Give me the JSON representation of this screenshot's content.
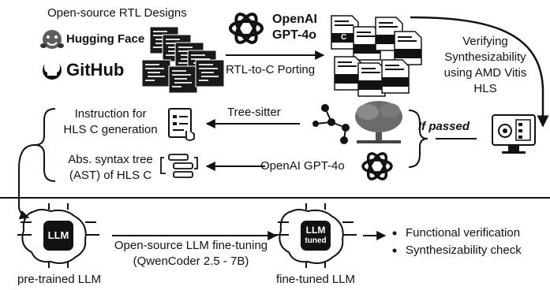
{
  "sources": {
    "title": "Open-source RTL Designs",
    "hugging_face": "Hugging Face",
    "github": "GitHub"
  },
  "openai_top": {
    "line1": "OpenAI",
    "line2": "GPT-4o"
  },
  "porting_label": "RTL-to-C Porting",
  "c_file_letter": "C",
  "verify": {
    "line1": "Verifying",
    "line2": "Synthesizability",
    "line3": "using AMD Vitis",
    "line4": "HLS",
    "passed": "If passed"
  },
  "instruction": {
    "line1": "Instruction for",
    "line2": "HLS C generation"
  },
  "ast": {
    "line1": "Abs. syntax tree",
    "line2": "(AST) of HLS C"
  },
  "tree_sitter": "Tree-sitter",
  "openai_mid": "OpenAI GPT-4o",
  "finetune": {
    "line1": "Open-source LLM fine-tuning",
    "line2": "(QwenCoder 2.5 - 7B)"
  },
  "pretrained": {
    "chip": "LLM",
    "caption": "pre-trained LLM"
  },
  "finetuned": {
    "chip_line1": "LLM",
    "chip_line2": "tuned",
    "caption": "fine-tuned LLM"
  },
  "outputs": [
    "Functional verification",
    "Synthesizability check"
  ]
}
